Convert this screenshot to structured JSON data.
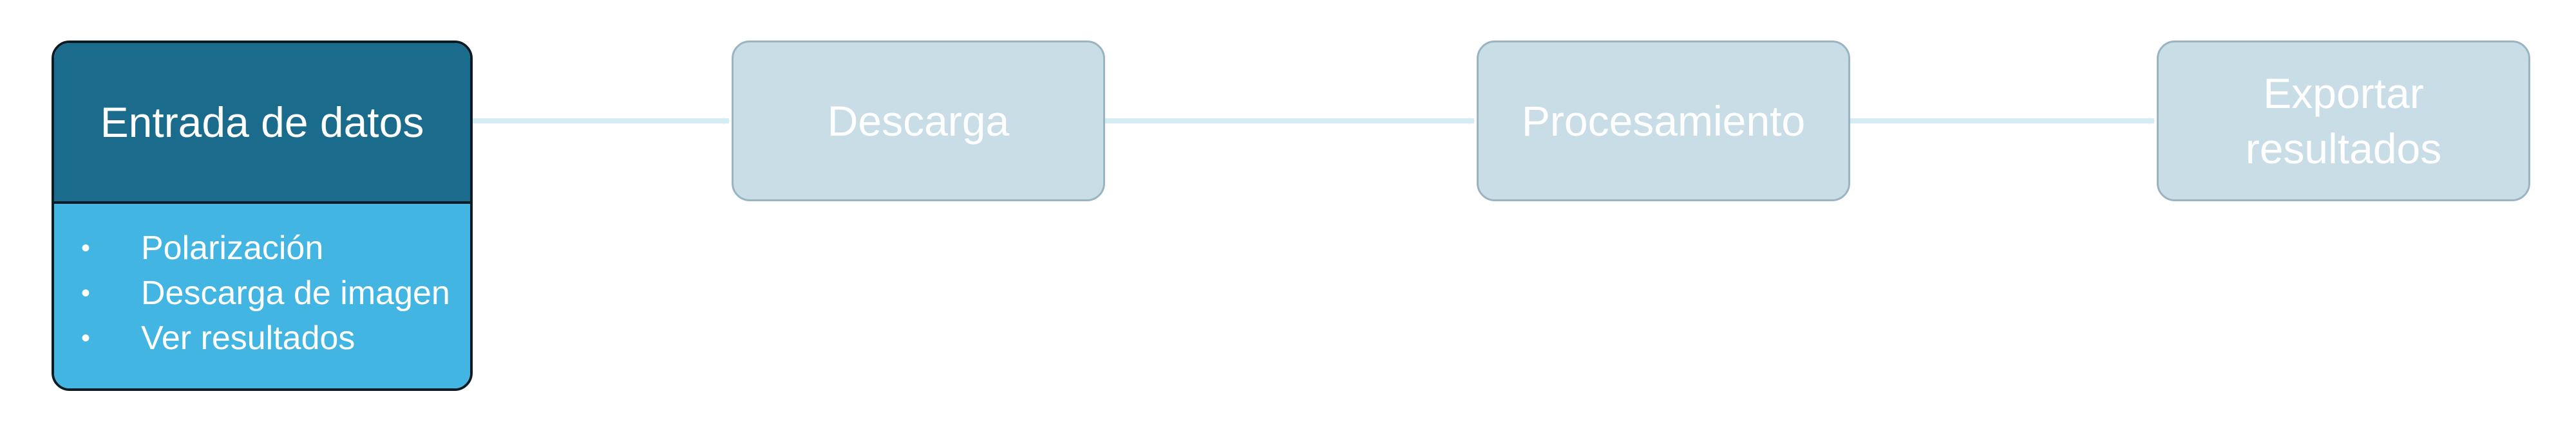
{
  "steps": [
    {
      "title": "Entrada de datos",
      "items": [
        "Polarización",
        "Descarga de imagen",
        "Ver resultados"
      ],
      "active": true
    },
    {
      "title": "Descarga",
      "active": false
    },
    {
      "title": "Procesamiento",
      "active": false
    },
    {
      "title": "Exportar\nresultados",
      "active": false
    }
  ],
  "bullet_glyph": "•",
  "colors": {
    "active_header": "#1b6c8c",
    "active_body": "#42b5e2",
    "active_border": "#0b1c24",
    "inactive_fill": "#c8dde6",
    "inactive_border": "#9ab4c0",
    "connector": "#d6ecf5",
    "text": "#ffffff"
  }
}
